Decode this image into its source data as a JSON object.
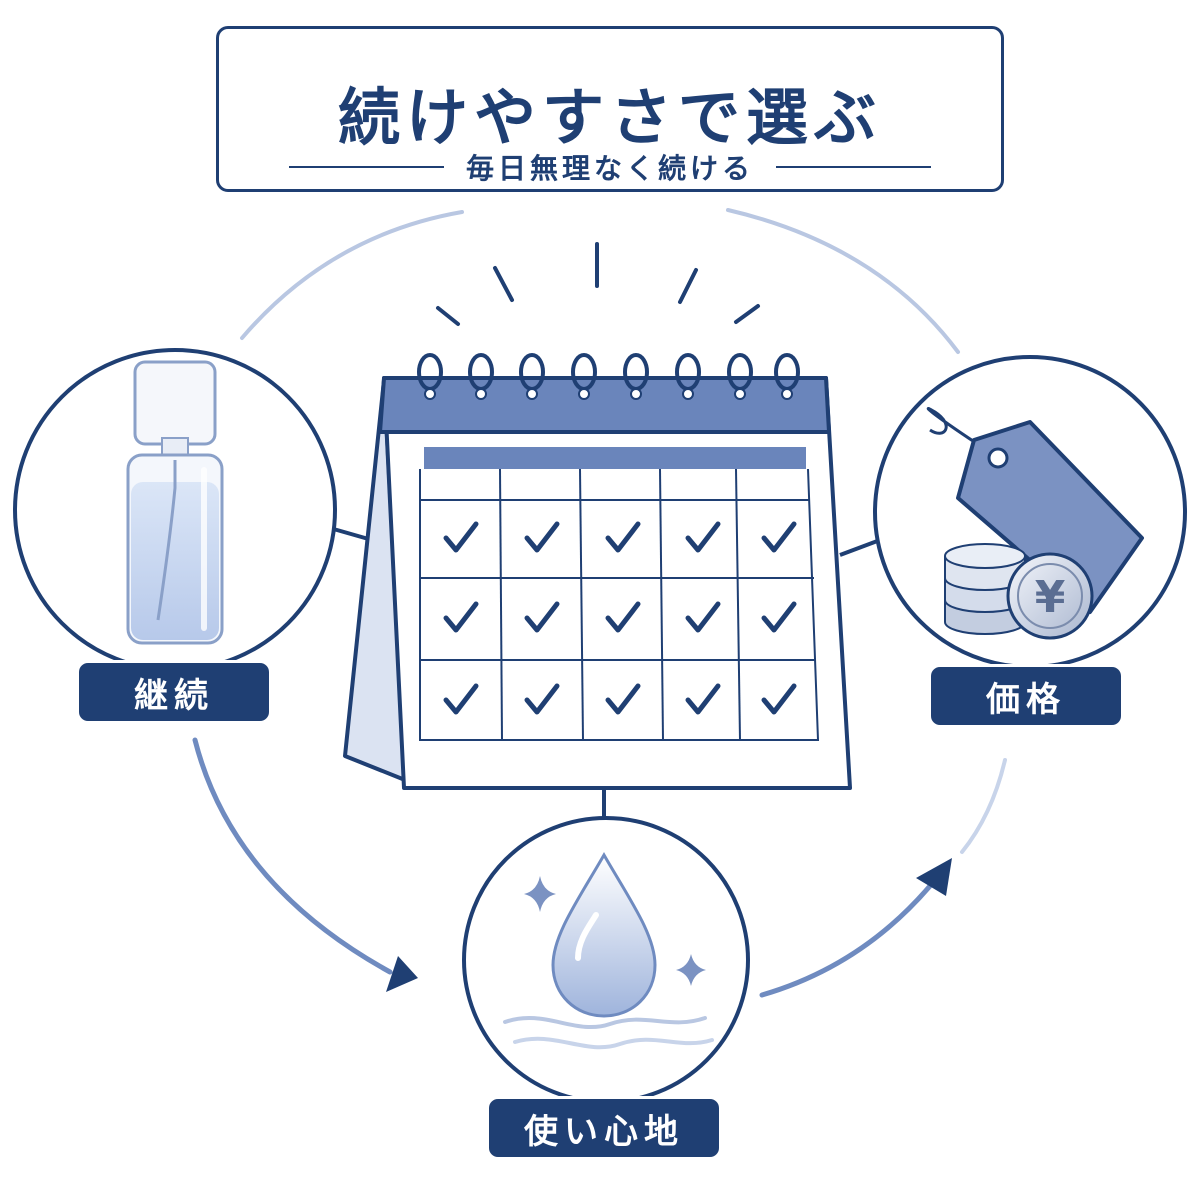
{
  "header": {
    "title": "続けやすさで選ぶ",
    "subtitle": "毎日無理なく続ける"
  },
  "nodes": {
    "left": {
      "label": "継続",
      "icon": "bottle-icon"
    },
    "right": {
      "label": "価格",
      "icon": "price-tag-coins-icon"
    },
    "bottom": {
      "label": "使い心地",
      "icon": "water-drop-icon"
    }
  },
  "center": {
    "icon": "checked-calendar-icon",
    "rows": 3,
    "cols": 5
  },
  "colors": {
    "primary": "#1f3f73",
    "accent": "#6f8bc0",
    "light": "#dde6f5",
    "ring": "#b9c7e2"
  },
  "currency_symbol": "¥"
}
